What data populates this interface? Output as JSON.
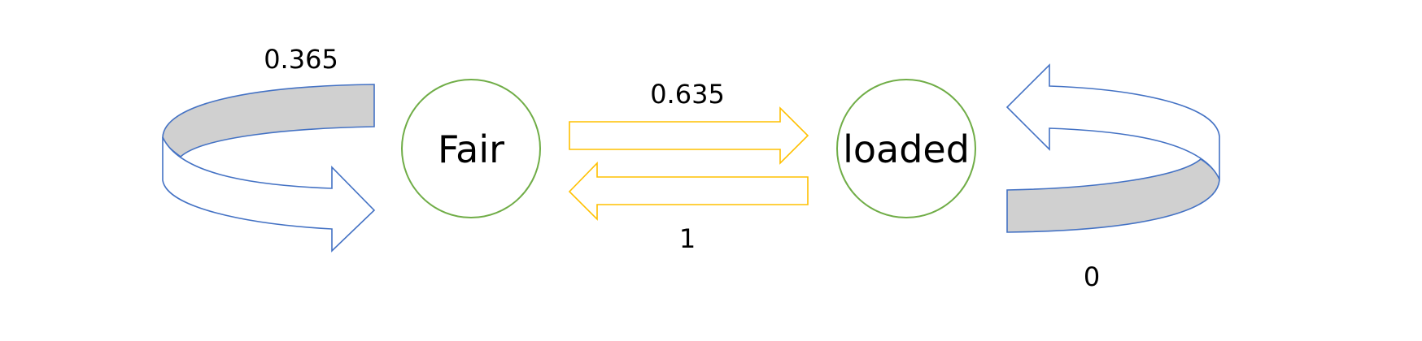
{
  "states": {
    "fair": "Fair",
    "loaded": "loaded"
  },
  "transitions": {
    "fair_self": "0.365",
    "fair_to_loaded": "0.635",
    "loaded_to_fair": "1",
    "loaded_self": "0"
  },
  "colors": {
    "state_stroke": "#70ad47",
    "loop_stroke": "#4472c4",
    "loop_fill": "#d0d0d0",
    "transition_arrow": "#ffc000",
    "text": "#000000"
  }
}
